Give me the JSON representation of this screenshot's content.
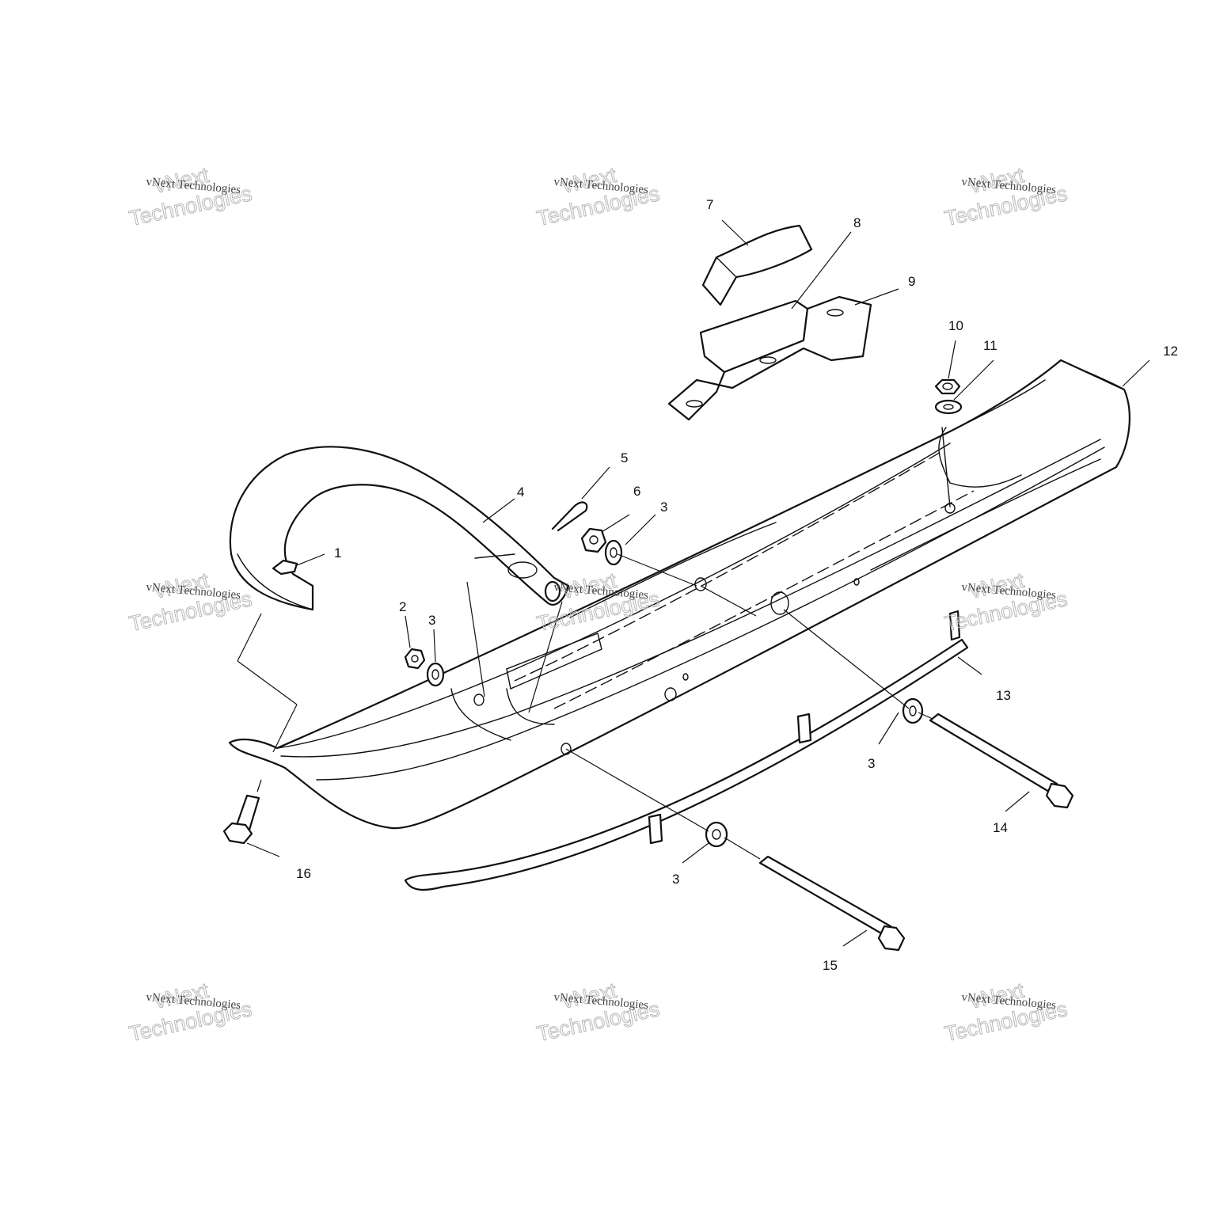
{
  "watermark": {
    "small": "vNext Technologies",
    "big_line1": "vNext",
    "big_line2": "Technologies"
  },
  "callouts": {
    "c1": "1",
    "c2": "2",
    "c3a": "3",
    "c3b": "3",
    "c3c": "3",
    "c3d": "3",
    "c4": "4",
    "c5": "5",
    "c6": "6",
    "c7": "7",
    "c8": "8",
    "c9": "9",
    "c10": "10",
    "c11": "11",
    "c12": "12",
    "c13": "13",
    "c14": "14",
    "c15": "15",
    "c16": "16"
  }
}
